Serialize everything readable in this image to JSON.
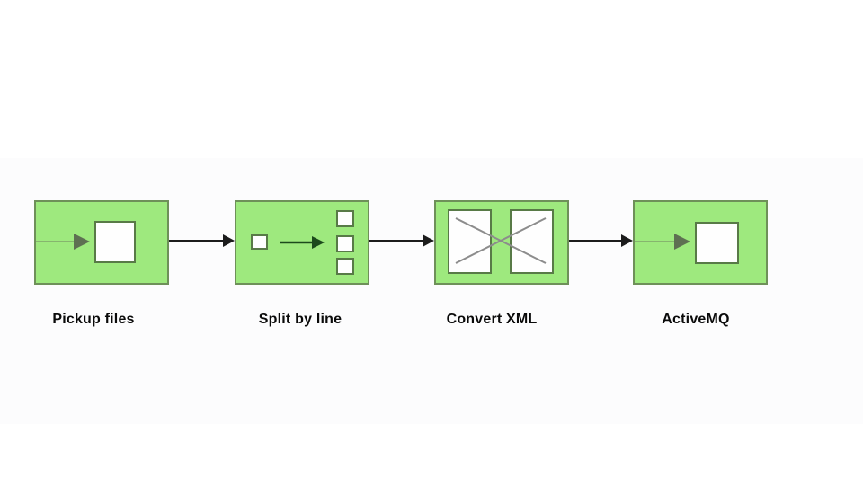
{
  "colors": {
    "page_bg": "#ffffff",
    "band_bg": "#fcfcfd",
    "node_fill": "#9ee97e",
    "node_border": "#6e9059",
    "inner_border": "#587a47",
    "inner_fill": "#fefefe",
    "connector": "#1c1c1c",
    "endpoint_line": "#7fa468",
    "endpoint_head": "#5e7052",
    "split_arrow": "#1c4a1c",
    "x_line": "#8c8c8c",
    "label_color": "#0a0a0a"
  },
  "diagram": {
    "type": "flow-route",
    "nodes": [
      {
        "label": "Pickup files",
        "icon": "endpoint-arrow-icon"
      },
      {
        "label": "Split by line",
        "icon": "splitter-icon"
      },
      {
        "label": "Convert XML",
        "icon": "translator-icon"
      },
      {
        "label": "ActiveMQ",
        "icon": "endpoint-arrow-icon"
      }
    ],
    "connector_count": 3,
    "flow_order": [
      "Pickup files",
      "Split by line",
      "Convert XML",
      "ActiveMQ"
    ]
  }
}
